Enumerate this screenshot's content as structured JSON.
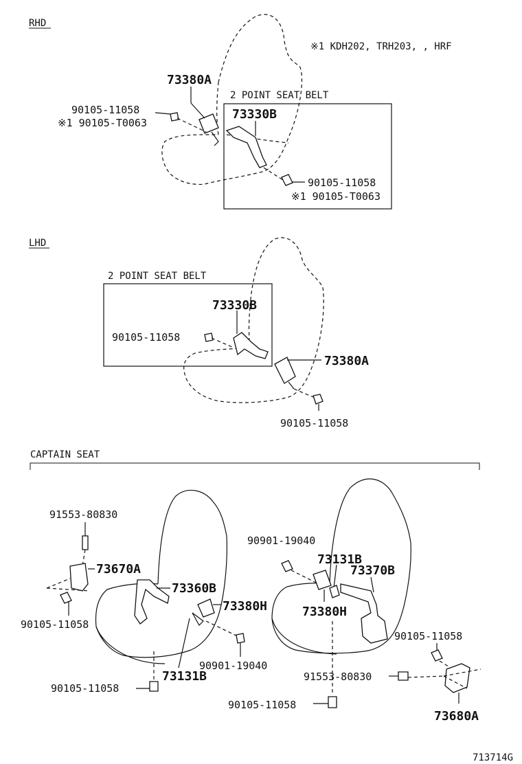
{
  "sections": {
    "rhd": "RHD",
    "lhd": "LHD",
    "captain": "CAPTAIN SEAT"
  },
  "notes": {
    "models": "※1 KDH202, TRH203, , HRF",
    "two_point_rhd": "2 POINT SEAT BELT",
    "two_point_lhd": "2 POINT SEAT BELT"
  },
  "parts": {
    "rhd": {
      "buckle": "73380A",
      "bolt": "90105-11058",
      "bolt_alt": "※1 90105-T0063",
      "belt": "73330B",
      "belt_bolt": "90105-11058",
      "belt_bolt_alt": "※1 90105-T0063"
    },
    "lhd": {
      "belt": "73330B",
      "belt_bolt": "90105-11058",
      "buckle": "73380A",
      "buckle_bolt": "90105-11058"
    },
    "captain_left": {
      "bolt_top": "91553-80830",
      "bracket": "73670A",
      "bolt_left": "90105-11058",
      "belt": "73360B",
      "buckle": "73380H",
      "stay": "73131B",
      "screw": "90901-19040",
      "bolt_bottom": "90105-11058"
    },
    "captain_right": {
      "screw": "90901-19040",
      "stay": "73131B",
      "belt": "73370B",
      "buckle": "73380H",
      "bolt_right": "90105-11058",
      "bolt_mid": "91553-80830",
      "bolt_bottom": "90105-11058",
      "bracket": "73680A"
    }
  },
  "figure_code": "713714G"
}
